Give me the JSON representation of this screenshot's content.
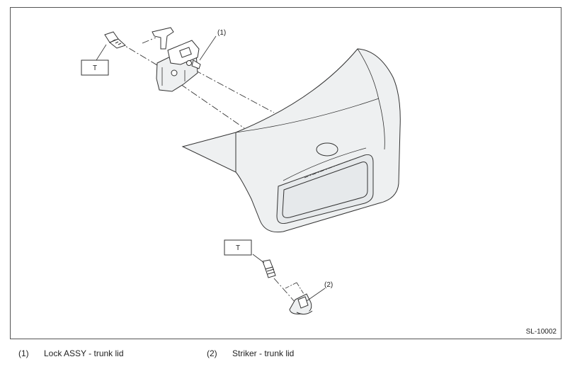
{
  "figure_id": "SL-10002",
  "callouts": {
    "lock": "(1)",
    "striker": "(2)"
  },
  "torque_boxes": {
    "upper": "T",
    "lower": "T"
  },
  "legend": [
    {
      "number": "(1)",
      "text": "Lock ASSY - trunk lid"
    },
    {
      "number": "(2)",
      "text": "Striker - trunk lid"
    }
  ],
  "colors": {
    "line": "#333333",
    "fill": "#eef0f1",
    "border": "#555555"
  }
}
